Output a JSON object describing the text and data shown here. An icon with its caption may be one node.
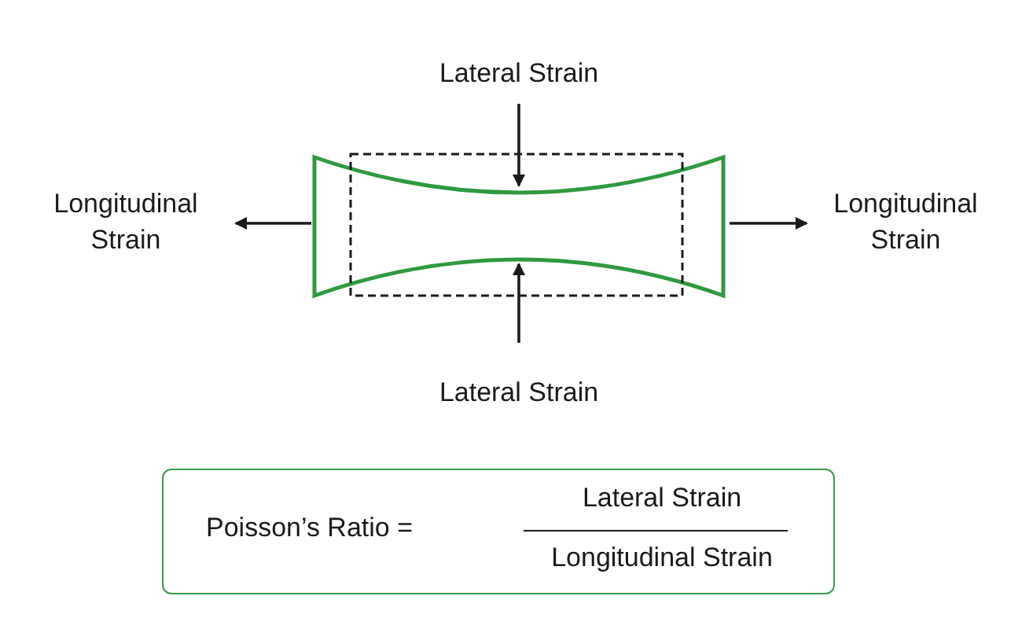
{
  "diagram": {
    "nodes": [
      {
        "text": [
          "Poisson’s Ratio =",
          "Lateral Strain",
          "Longitudinal Strain"
        ]
      }
    ],
    "labels": [
      "Lateral Strain",
      "Longitudinal Strain",
      "Longitudinal Strain",
      "Lateral Strain"
    ]
  }
}
